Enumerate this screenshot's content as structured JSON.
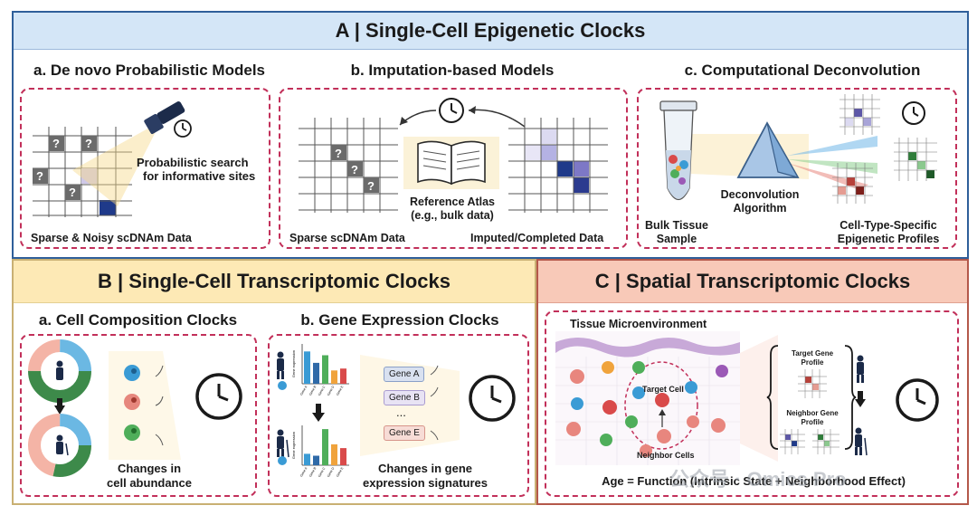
{
  "sectionA": {
    "title": "A | Single-Cell Epigenetic Clocks",
    "a": {
      "title": "a. De novo Probabilistic Models",
      "search_label_1": "Probabilistic search",
      "search_label_2": "for informative sites",
      "data_label": "Sparse & Noisy scDNAm Data",
      "q": "?"
    },
    "b": {
      "title": "b. Imputation-based Models",
      "left_label": "Sparse scDNAm Data",
      "atlas_label_1": "Reference Atlas",
      "atlas_label_2": "(e.g., bulk data)",
      "right_label": "Imputed/Completed Data"
    },
    "c": {
      "title": "c. Computational Deconvolution",
      "bulk_1": "Bulk Tissue",
      "bulk_2": "Sample",
      "algo_1": "Deconvolution",
      "algo_2": "Algorithm",
      "profiles_1": "Cell-Type-Specific",
      "profiles_2": "Epigenetic Profiles"
    }
  },
  "sectionB": {
    "title": "B | Single-Cell Transcriptomic Clocks",
    "a": {
      "title": "a. Cell Composition Clocks",
      "caption_1": "Changes in",
      "caption_2": "cell abundance"
    },
    "b": {
      "title": "b. Gene Expression Clocks",
      "ylabel": "Gene expression",
      "genes": [
        "Gene A",
        "Gene B",
        "Gene C",
        "Gene D",
        "Gene E"
      ],
      "gene_list": [
        "Gene A",
        "Gene B",
        "...",
        "Gene E"
      ],
      "caption_1": "Changes in gene",
      "caption_2": "expression signatures"
    }
  },
  "sectionC": {
    "title": "C | Spatial Transcriptomic Clocks",
    "tissue_label": "Tissue Microenvironment",
    "target_cell": "Target Cell",
    "neighbor_cells": "Neighbor Cells",
    "target_profile_1": "Target Gene",
    "target_profile_2": "Profile",
    "neighbor_profile_1": "Neighbor Gene",
    "neighbor_profile_2": "Profile",
    "equation": "Age = Function (Intrinsic State + Neighborhood Effect)"
  },
  "watermark": "公众号 · Omics Pro",
  "chart_data": [
    {
      "type": "bar",
      "categories": [
        "Gene A",
        "Gene B",
        "Gene C",
        "Gene D",
        "Gene E"
      ],
      "values": [
        0.85,
        0.55,
        0.75,
        0.35,
        0.4
      ],
      "ylabel": "Gene expression"
    },
    {
      "type": "bar",
      "categories": [
        "Gene A",
        "Gene B",
        "Gene C",
        "Gene D",
        "Gene E"
      ],
      "values": [
        0.3,
        0.25,
        0.95,
        0.55,
        0.45
      ],
      "ylabel": "Gene expression"
    }
  ],
  "colors": {
    "headerA": "#d4e6f7",
    "headerB": "#fde9b5",
    "headerC": "#f8c9b8",
    "dashed": "#c2305a",
    "navy": "#1f3a8a",
    "purple": "#6b63b5",
    "lavender": "#b4b2e3"
  }
}
